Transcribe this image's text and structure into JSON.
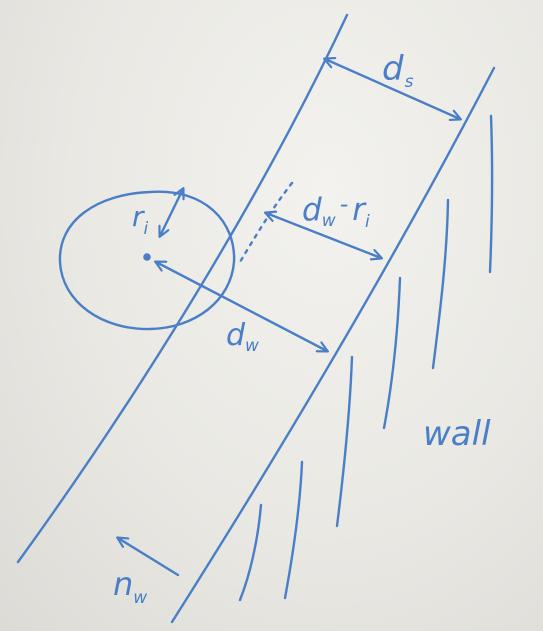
{
  "labels": {
    "ds": {
      "main": "d",
      "sub": "s"
    },
    "dw_minus_ri": {
      "main": "d",
      "sub": "w",
      "minus": "-",
      "r": "r",
      "rsub": "i"
    },
    "ri": {
      "main": "r",
      "sub": "i"
    },
    "dw": {
      "main": "d",
      "sub": "w"
    },
    "wall": "wall",
    "nw": {
      "main": "n",
      "sub": "w"
    }
  },
  "colors": {
    "ink": "#4a7fc8",
    "board": "#ecebe6"
  }
}
